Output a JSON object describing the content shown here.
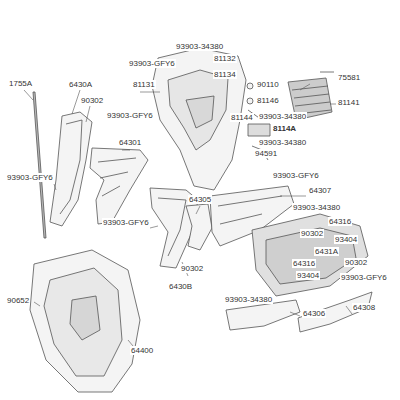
{
  "diagram": {
    "labels": [
      "93903-34380",
      "81132",
      "93903-GFY6",
      "81134",
      "90110",
      "75581",
      "1755A",
      "6430A",
      "81131",
      "81146",
      "81141",
      "90302",
      "93903-GFY6",
      "81144",
      "93903-34380",
      "8114A",
      "64301",
      "93903-34380",
      "94591",
      "93903-GFY6",
      "93903-GFY6",
      "64307",
      "64305",
      "93903-34380",
      "93903-GFY6",
      "64316",
      "90302",
      "93404",
      "6431A",
      "90302",
      "64316",
      "93404",
      "93903-GFY6",
      "90302",
      "6430B",
      "90652",
      "93903-34380",
      "64306",
      "64308",
      "64400"
    ]
  }
}
